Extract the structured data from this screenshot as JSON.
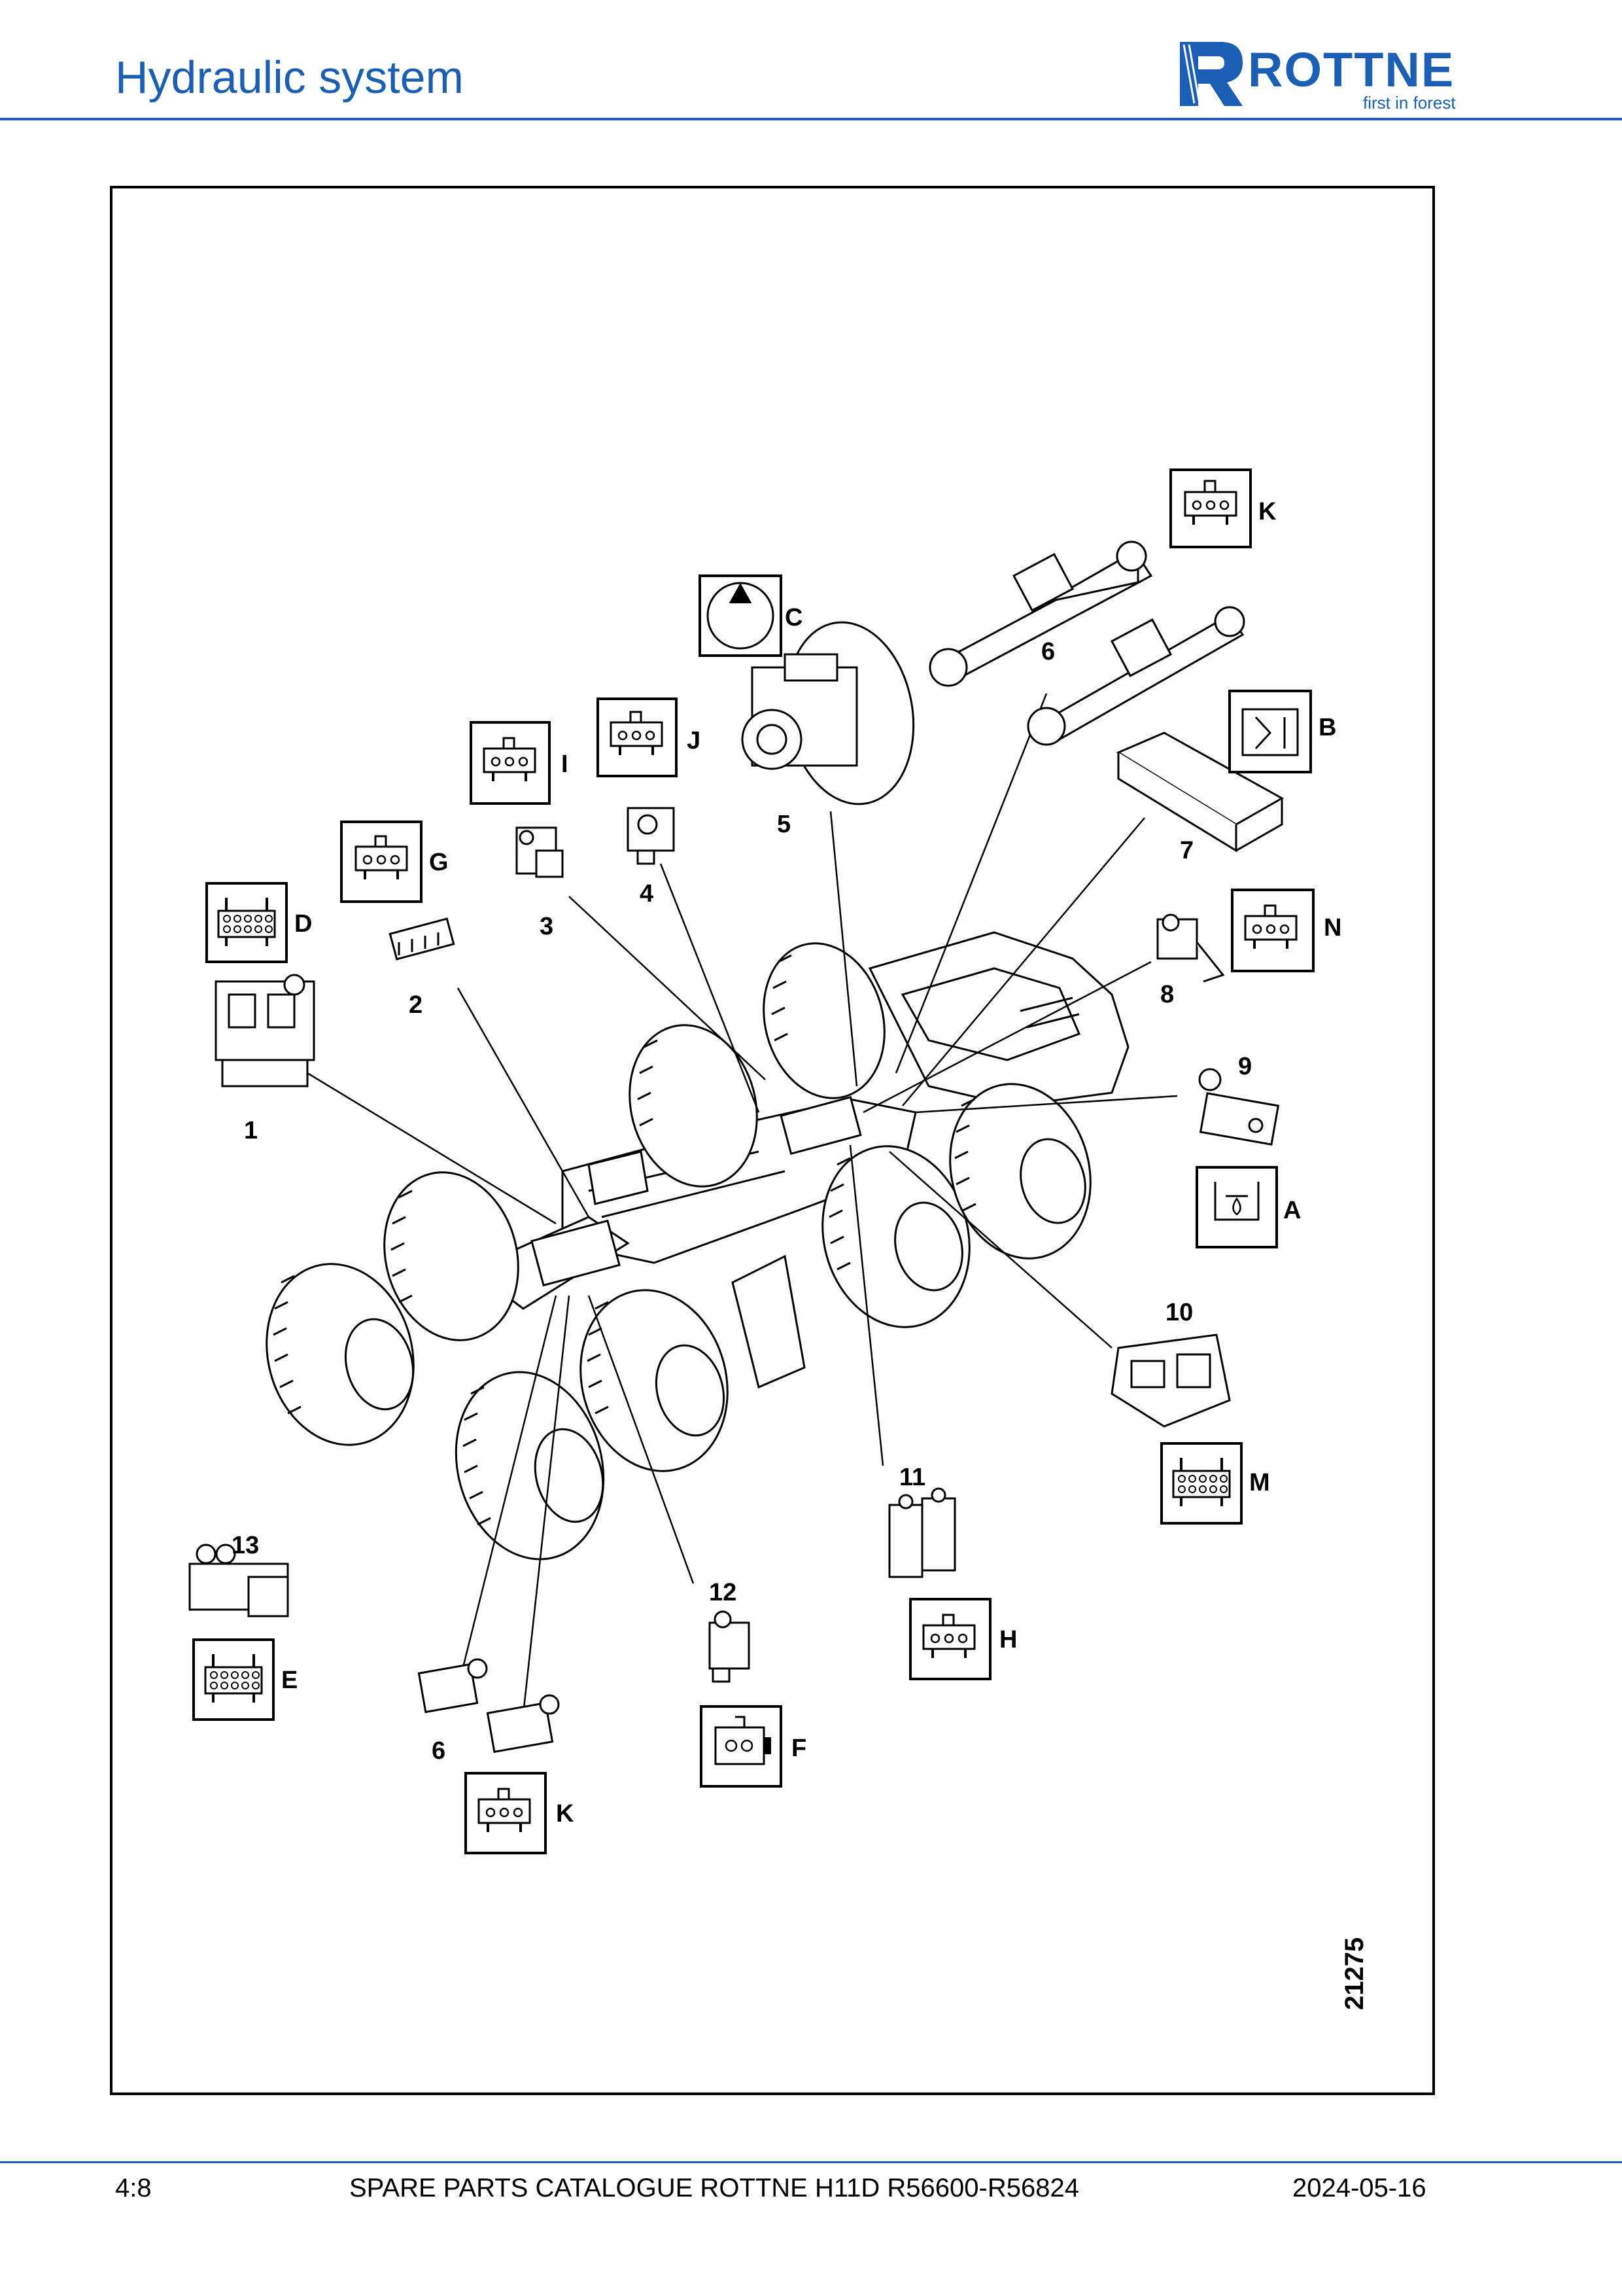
{
  "header": {
    "title": "Hydraulic system",
    "logo_text": "ROTTNE",
    "logo_tagline": "first in forest"
  },
  "figure": {
    "number": "21275",
    "callouts": {
      "c1": "1",
      "c2": "2",
      "c3": "3",
      "c4": "4",
      "c5": "5",
      "c6a": "6",
      "c6b": "6",
      "c7": "7",
      "c8": "8",
      "c9": "9",
      "c10": "10",
      "c11": "11",
      "c12": "12",
      "c13": "13"
    },
    "symbol_labels": {
      "A": "A",
      "B": "B",
      "C": "C",
      "D": "D",
      "E": "E",
      "F": "F",
      "G": "G",
      "H": "H",
      "I": "I",
      "J": "J",
      "Ka": "K",
      "Kb": "K",
      "M": "M",
      "N": "N"
    }
  },
  "footer": {
    "page": "4:8",
    "catalogue": "SPARE PARTS CATALOGUE ROTTNE H11D R56600-R56824",
    "date": "2024-05-16"
  },
  "colors": {
    "brand_blue": "#1a5fb4",
    "line": "#000000"
  }
}
